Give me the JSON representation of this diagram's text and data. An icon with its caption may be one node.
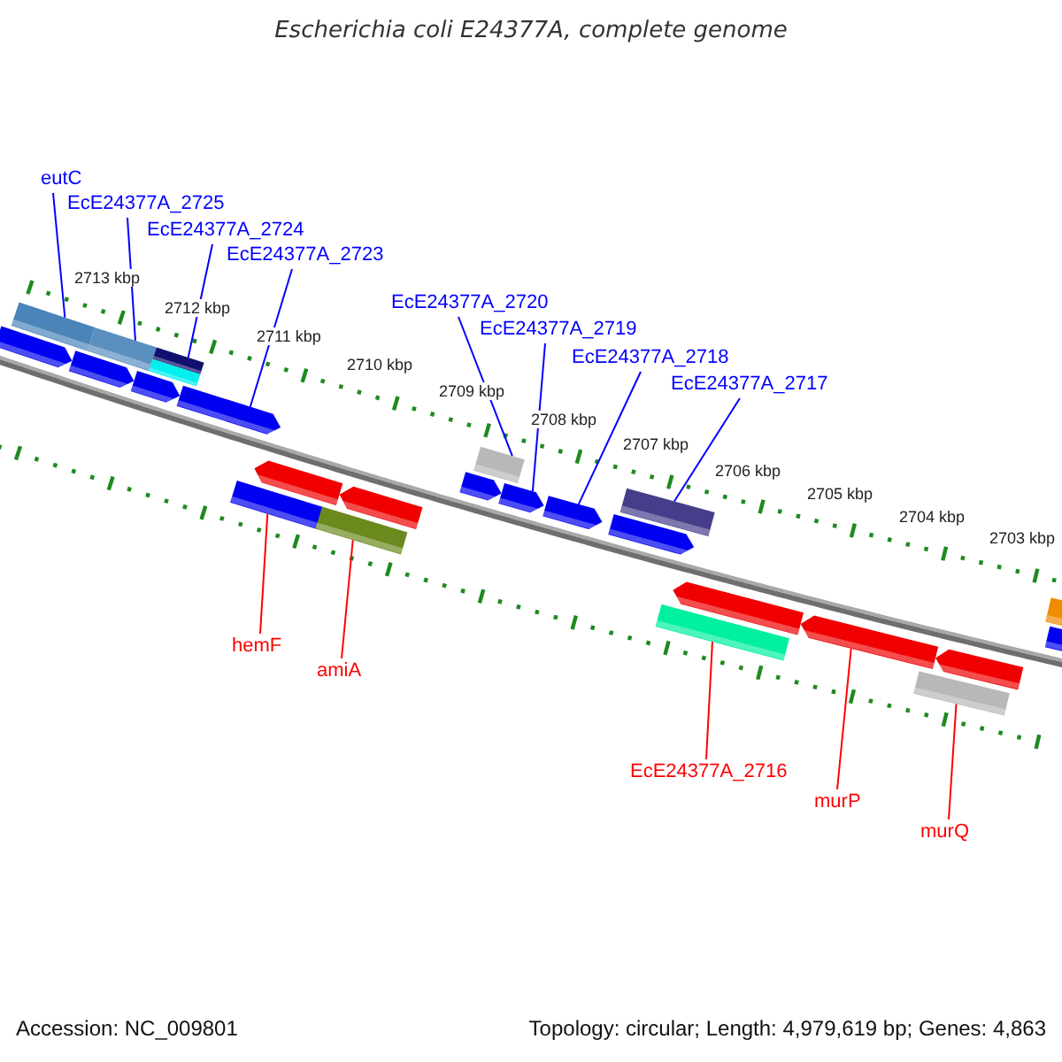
{
  "diagram": {
    "title": "Escherichia coli E24377A, complete genome",
    "nodes": [
      {
        "text": [
          "eutC"
        ]
      },
      {
        "text": [
          "EcE24377A_2725"
        ]
      },
      {
        "text": [
          "EcE24377A_2724"
        ]
      },
      {
        "text": [
          "EcE24377A_2723"
        ]
      },
      {
        "text": [
          "EcE24377A_2720"
        ]
      },
      {
        "text": [
          "EcE24377A_2719"
        ]
      },
      {
        "text": [
          "EcE24377A_2718"
        ]
      },
      {
        "text": [
          "EcE24377A_2717"
        ]
      },
      {
        "text": [
          "hemF"
        ]
      },
      {
        "text": [
          "amiA"
        ]
      },
      {
        "text": [
          "EcE24377A_2716"
        ]
      },
      {
        "text": [
          "murP"
        ]
      },
      {
        "text": [
          "murQ"
        ]
      },
      {
        "text": [],
        "shape": "bar"
      },
      {
        "text": [],
        "shape": "bar"
      },
      {
        "text": [],
        "shape": "bar"
      },
      {
        "text": [],
        "shape": "bar"
      },
      {
        "text": [],
        "shape": "bar"
      },
      {
        "text": [],
        "shape": "bar"
      },
      {
        "text": [],
        "shape": "bar"
      },
      {
        "text": [],
        "shape": "bar"
      },
      {
        "text": [],
        "shape": "bar"
      },
      {
        "text": [],
        "shape": "bar"
      },
      {
        "text": [],
        "shape": "bar"
      },
      {
        "text": [],
        "shape": "bar"
      },
      {
        "text": [],
        "shape": "bar"
      },
      {
        "text": [],
        "shape": "bar"
      },
      {
        "text": [],
        "shape": "bar"
      },
      {
        "text": [],
        "shape": "bar"
      },
      {
        "text": [],
        "shape": "bar"
      },
      {
        "text": [],
        "shape": "bar"
      },
      {
        "text": [],
        "shape": "bar"
      },
      {
        "text": [],
        "shape": "bar"
      },
      {
        "text": [],
        "shape": "bar"
      },
      {
        "text": [],
        "shape": "bar"
      },
      {
        "text": [],
        "shape": "bar"
      },
      {
        "text": [],
        "shape": "bar"
      },
      {
        "text": [],
        "shape": "bar"
      }
    ],
    "edges": [
      {
        "from": 0,
        "to": 14,
        "arrow": "none"
      },
      {
        "from": 1,
        "to": 16,
        "arrow": "none"
      },
      {
        "from": 2,
        "to": 18,
        "arrow": "none"
      },
      {
        "from": 3,
        "to": 20,
        "arrow": "none"
      },
      {
        "from": 4,
        "to": 26,
        "arrow": "none"
      },
      {
        "from": 5,
        "to": 27,
        "arrow": "none"
      },
      {
        "from": 6,
        "to": 28,
        "arrow": "none"
      },
      {
        "from": 7,
        "to": 30,
        "arrow": "none"
      },
      {
        "from": 8,
        "to": 21,
        "arrow": "none",
        "color": "#ff0000"
      },
      {
        "from": 9,
        "to": 23,
        "arrow": "none",
        "color": "#ff0000"
      },
      {
        "from": 10,
        "to": 31,
        "arrow": "none",
        "color": "#ff0000"
      },
      {
        "from": 11,
        "to": 33,
        "arrow": "none",
        "color": "#ff0000"
      },
      {
        "from": 12,
        "to": 34,
        "arrow": "none",
        "color": "#ff0000"
      }
    ],
    "labels": [
      "2713 kbp",
      "2712 kbp",
      "2711 kbp",
      "2710 kbp",
      "2709 kbp",
      "2708 kbp",
      "2707 kbp",
      "2706 kbp",
      "2705 kbp",
      "2704 kbp",
      "2703 kbp",
      "Accession: NC_009801",
      "Topology: circular; Length: 4,979,619 bp; Genes: 4,863"
    ]
  }
}
